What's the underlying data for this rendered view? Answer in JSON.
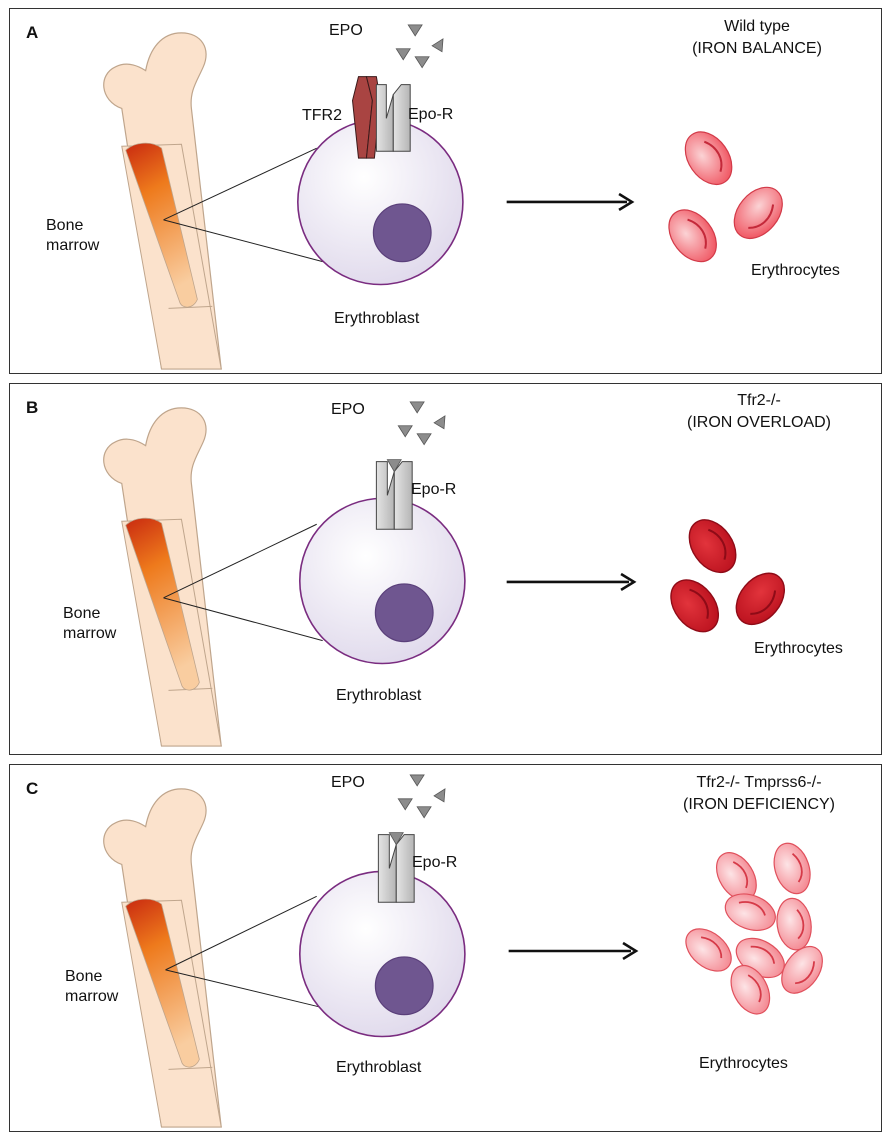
{
  "panels": [
    {
      "letter": "A",
      "genotype": "Wild type",
      "condition": "(IRON BALANCE)",
      "epo_label": "EPO",
      "receptor_label": "Epo-R",
      "tfr2_label": "TFR2",
      "bone_label_1": "Bone",
      "bone_label_2": "marrow",
      "cell_label": "Erythroblast",
      "rbc_label": "Erythrocytes",
      "rbc_color": "#f26a74",
      "rbc_count": 3
    },
    {
      "letter": "B",
      "genotype": "Tfr2-/-",
      "condition": "(IRON OVERLOAD)",
      "epo_label": "EPO",
      "receptor_label": "Epo-R",
      "bone_label_1": "Bone",
      "bone_label_2": "marrow",
      "cell_label": "Erythroblast",
      "rbc_label": "Erythrocytes",
      "rbc_color": "#d41f2c",
      "rbc_count": 3
    },
    {
      "letter": "C",
      "genotype": "Tfr2-/- Tmprss6-/-",
      "condition": "(IRON DEFICIENCY)",
      "epo_label": "EPO",
      "receptor_label": "Epo-R",
      "bone_label_1": "Bone",
      "bone_label_2": "marrow",
      "cell_label": "Erythroblast",
      "rbc_label": "Erythrocytes",
      "rbc_color": "#f7a0a8",
      "rbc_count": 8
    }
  ],
  "colors": {
    "bone": "#fbe2cc",
    "bone_outline": "#c9a98c",
    "marrow_top": "#d23a12",
    "marrow_bottom": "#f7c490",
    "cell_fill": "#ece8f4",
    "cell_outline": "#7a2c80",
    "nucleus": "#6f5690",
    "receptor": "#cfcfcf",
    "tfr2": "#a94442",
    "epo": "#8c8c8c"
  }
}
